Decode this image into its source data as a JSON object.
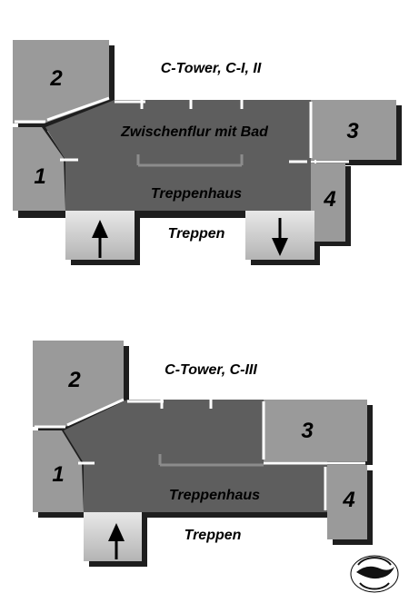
{
  "plan_top": {
    "title": "C-Tower, C-I, II",
    "corridor": "Zwischenflur mit Bad",
    "stairwell": "Treppenhaus",
    "stairs": "Treppen",
    "rooms": [
      "1",
      "2",
      "3",
      "4"
    ]
  },
  "plan_bottom": {
    "title": "C-Tower, C-III",
    "stairwell": "Treppenhaus",
    "stairs": "Treppen",
    "rooms": [
      "1",
      "2",
      "3",
      "4"
    ]
  },
  "colors": {
    "room": "#9a9a9a",
    "corridor": "#5e5e5e",
    "shadow": "#1a1a1a",
    "stair": "#d0d0d0"
  }
}
